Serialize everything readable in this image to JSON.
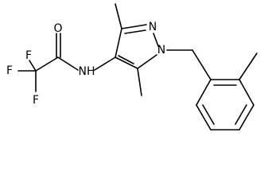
{
  "molecule": {
    "atoms": {
      "o_carbonyl": "O",
      "f_top": "F",
      "f_left": "F",
      "f_bottom": "F",
      "nh_amide": "NH",
      "n_ring_top": "N",
      "n_ring_benzyl": "N"
    }
  }
}
